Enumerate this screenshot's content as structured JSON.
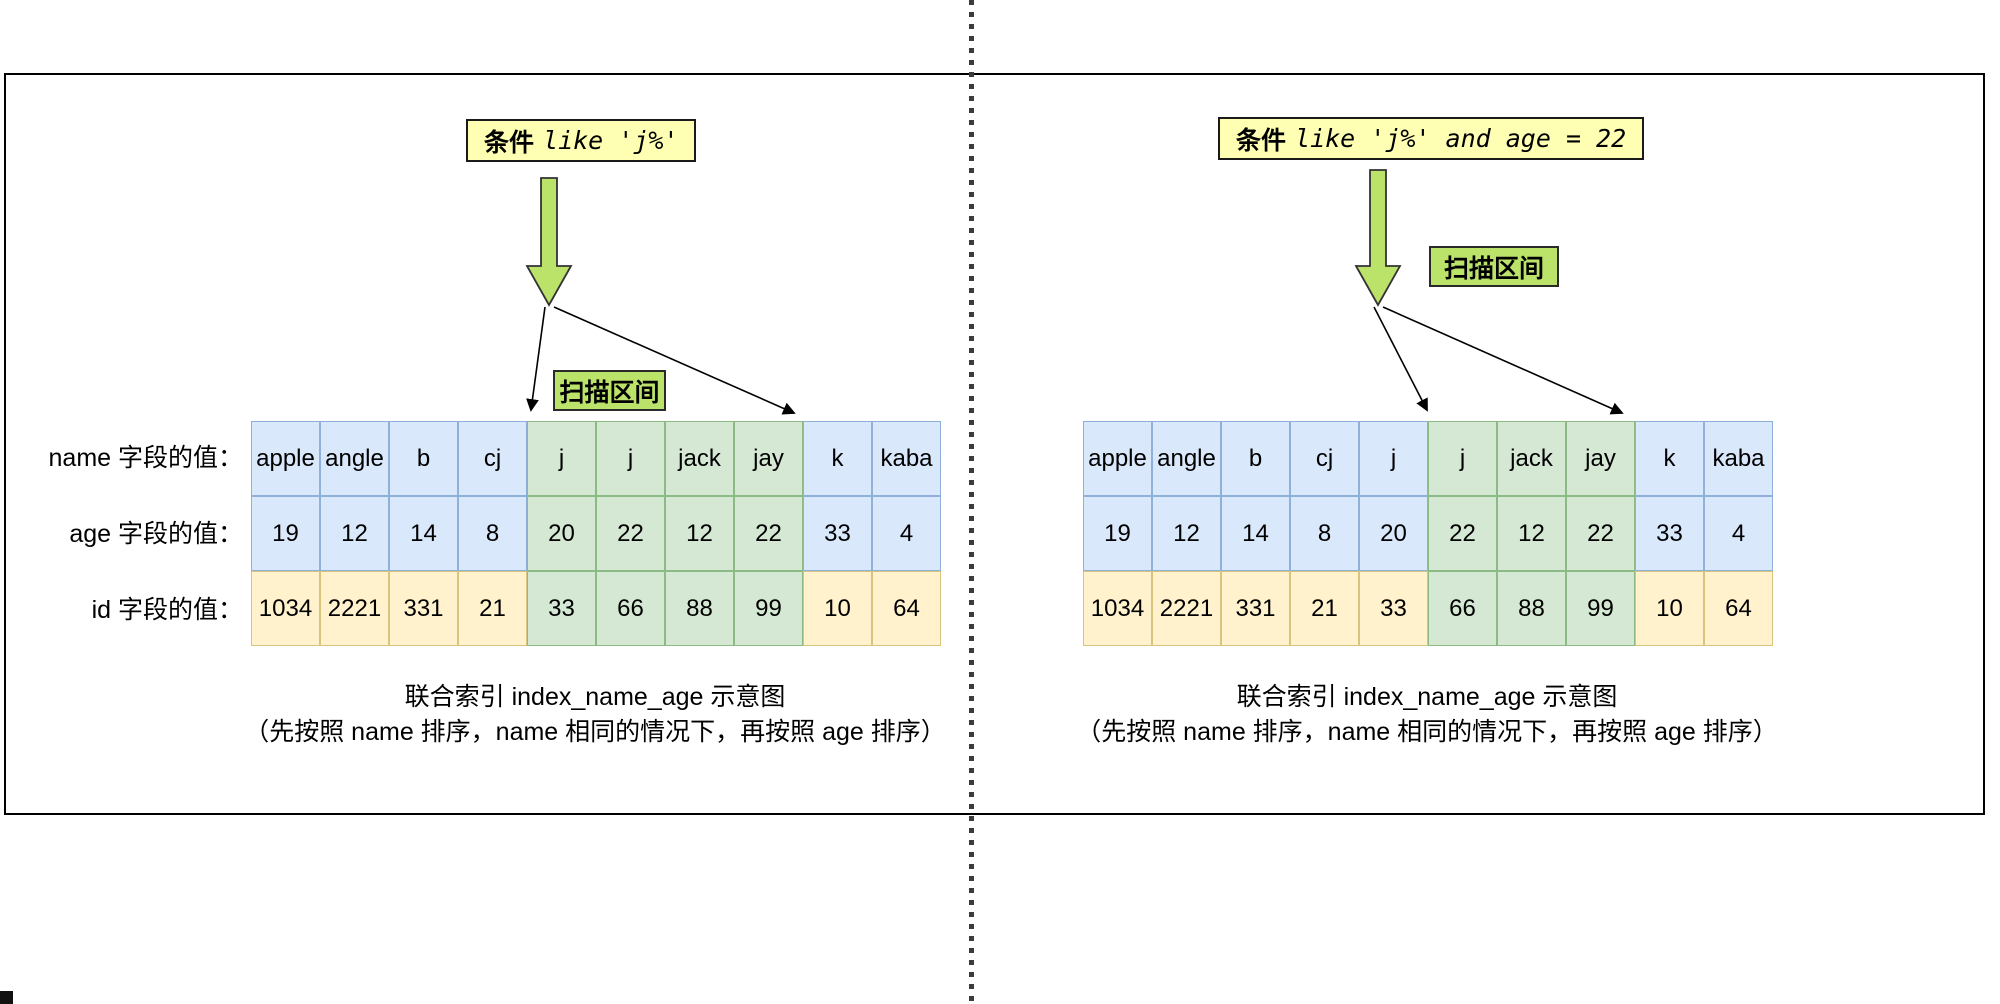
{
  "colors": {
    "cond_yellow": "#feffb3",
    "cond_border": "#1a1a1a",
    "green_ui": "#bbe36a",
    "cell_blue": "#dae8fc",
    "cell_blue_border": "#8fb1d9",
    "cell_green": "#d5e8d4",
    "cell_green_border": "#8cba84",
    "cell_yellow": "#fff2cc",
    "cell_yellow_border": "#d9c47e"
  },
  "left_panel": {
    "condition": {
      "prefix": "条件",
      "code": "like 'j%'"
    },
    "scan_label": "扫描区间",
    "row_labels": {
      "name": "name 字段的值：",
      "age": "age 字段的值：",
      "id": "id 字段的值："
    },
    "table": {
      "name_values": [
        "apple",
        "angle",
        "b",
        "cj",
        "j",
        "j",
        "jack",
        "jay",
        "k",
        "kaba"
      ],
      "age_values": [
        "19",
        "12",
        "14",
        "8",
        "20",
        "22",
        "12",
        "22",
        "33",
        "4"
      ],
      "id_values": [
        "1034",
        "2221",
        "331",
        "21",
        "33",
        "66",
        "88",
        "99",
        "10",
        "64"
      ],
      "highlight_start": 4,
      "highlight_end": 7
    },
    "caption": {
      "line1": "联合索引 index_name_age 示意图",
      "line2": "（先按照 name 排序，name 相同的情况下，再按照 age 排序）"
    }
  },
  "right_panel": {
    "condition": {
      "prefix": "条件",
      "code": "like 'j%' and age = 22"
    },
    "scan_label": "扫描区间",
    "table": {
      "name_values": [
        "apple",
        "angle",
        "b",
        "cj",
        "j",
        "j",
        "jack",
        "jay",
        "k",
        "kaba"
      ],
      "age_values": [
        "19",
        "12",
        "14",
        "8",
        "20",
        "22",
        "12",
        "22",
        "33",
        "4"
      ],
      "id_values": [
        "1034",
        "2221",
        "331",
        "21",
        "33",
        "66",
        "88",
        "99",
        "10",
        "64"
      ],
      "highlight_start": 5,
      "highlight_end": 7
    },
    "caption": {
      "line1": "联合索引 index_name_age 示意图",
      "line2": "（先按照 name 排序，name 相同的情况下，再按照 age 排序）"
    }
  }
}
